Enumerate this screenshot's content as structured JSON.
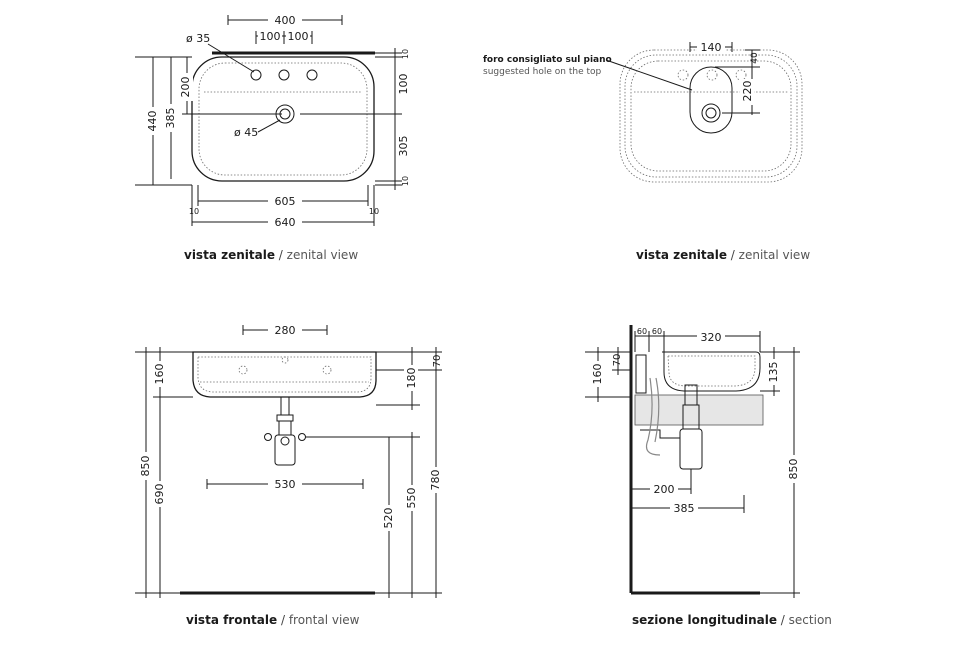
{
  "views": {
    "top_left": {
      "dims": {
        "d400": "400",
        "d100a": "100",
        "d100b": "100",
        "phi35": "ø 35",
        "phi45": "ø 45",
        "d440": "440",
        "d385": "385",
        "d200": "200",
        "d10t": "10",
        "d100r": "100",
        "d305": "305",
        "d10b": "10",
        "d605": "605",
        "d640": "640",
        "d10l": "10",
        "d10r": "10"
      },
      "caption_it": "vista zenitale",
      "caption_sep": "/",
      "caption_en": "zenital view"
    },
    "top_right": {
      "note_it": "foro consigliato sul piano",
      "note_en": "suggested hole on the top",
      "dims": {
        "d140": "140",
        "d40": "40",
        "d220": "220"
      },
      "caption_it": "vista zenitale",
      "caption_sep": "/",
      "caption_en": "zenital view"
    },
    "bottom_left": {
      "dims": {
        "d280": "280",
        "d160": "160",
        "d850": "850",
        "d690": "690",
        "d530": "530",
        "d180": "180",
        "d70": "70",
        "d780": "780",
        "d520": "520",
        "d550": "550"
      },
      "caption_it": "vista frontale",
      "caption_sep": "/",
      "caption_en": "frontal view"
    },
    "bottom_right": {
      "dims": {
        "d60a": "60",
        "d60b": "60",
        "d320": "320",
        "d70": "70",
        "d160": "160",
        "d135": "135",
        "d200": "200",
        "d385": "385",
        "d850": "850"
      },
      "caption_it": "sezione longitudinale",
      "caption_sep": "/",
      "caption_en": "section"
    }
  }
}
